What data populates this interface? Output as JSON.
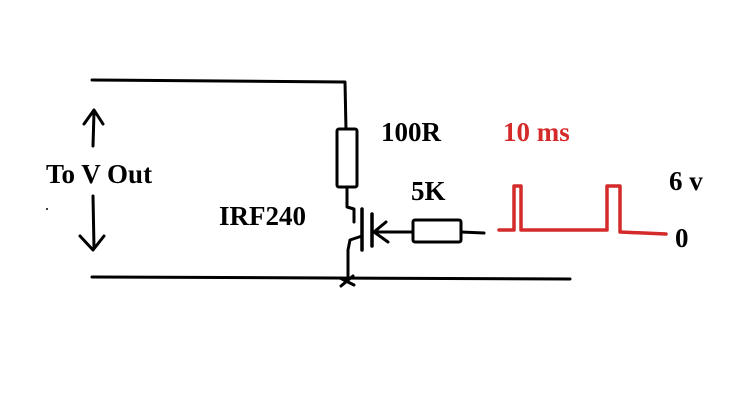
{
  "labels": {
    "output": "To V Out",
    "transistor": "IRF240",
    "drain_resistor": "100R",
    "gate_resistor": "5K",
    "period": "10 ms",
    "high_level": "6 v",
    "low_level": "0"
  },
  "colors": {
    "wire": "#000000",
    "pulse": "#d42a2a",
    "background": "#ffffff"
  }
}
